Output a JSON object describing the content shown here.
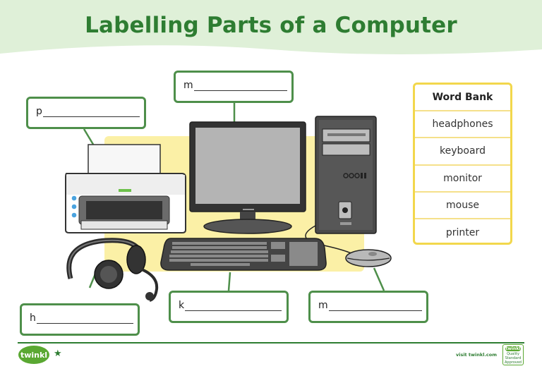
{
  "title": "Labelling Parts of a Computer",
  "labels": {
    "printer_hint": "p",
    "monitor_hint": "m",
    "headphones_hint": "h",
    "keyboard_hint": "k",
    "mouse_hint": "m"
  },
  "word_bank": {
    "heading": "Word Bank",
    "words": [
      "headphones",
      "keyboard",
      "monitor",
      "mouse",
      "printer"
    ]
  },
  "footer": {
    "logo_text": "twinkl",
    "visit_text": "visit twinkl.com",
    "badge_logo": "twinkl",
    "badge_text": "Quality Standard Approved"
  },
  "colors": {
    "title_green": "#2e7d32",
    "box_border": "#4e8f4a",
    "highlight_yellow": "#fbf0a6",
    "word_bank_border": "#f2d74c"
  }
}
